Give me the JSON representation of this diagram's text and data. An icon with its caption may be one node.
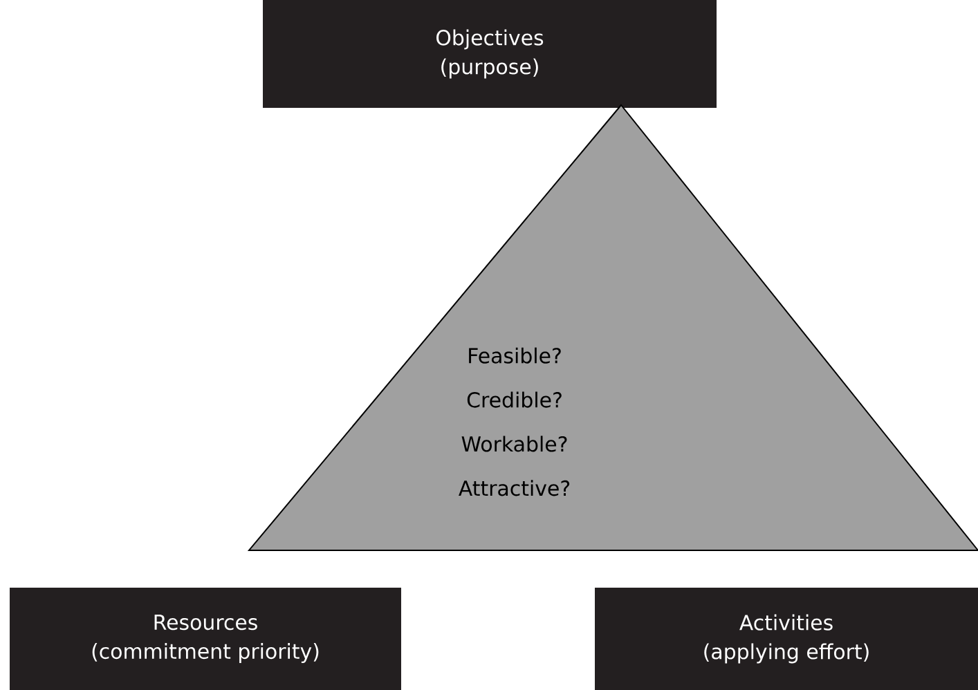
{
  "diagram": {
    "nodes": [
      {
        "text": [
          "Objectives",
          "(purpose)"
        ]
      },
      {
        "text": [
          "Feasible?",
          "Credible?",
          "Workable?",
          "Attractive?"
        ]
      },
      {
        "text": [
          "Resources",
          "(commitment priority)"
        ]
      },
      {
        "text": [
          "Activities",
          "(applying effort)"
        ]
      }
    ]
  }
}
